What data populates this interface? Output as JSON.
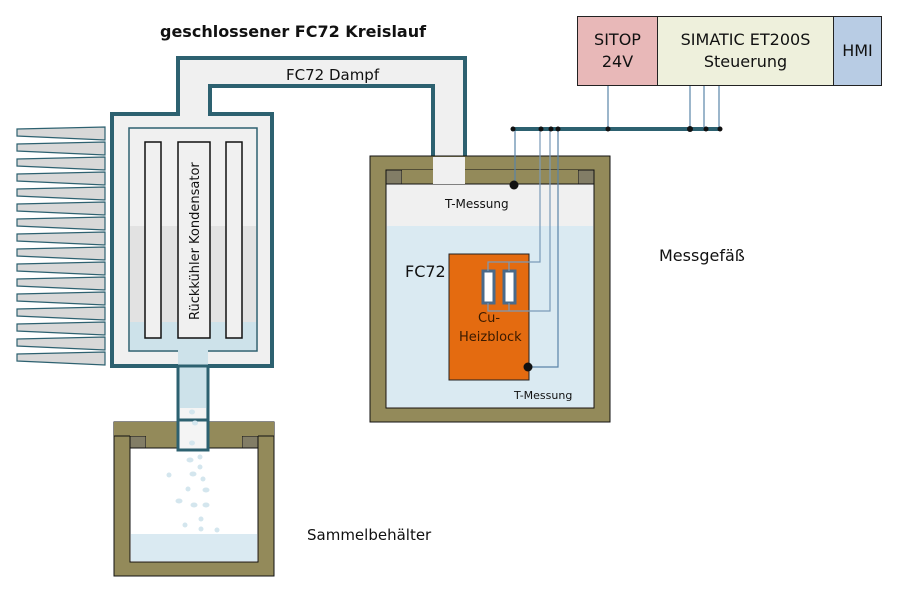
{
  "title": "geschlossener FC72 Kreislauf",
  "labels": {
    "vapor_pipe": "FC72 Dampf",
    "condenser": "Rückkühler Kondensator",
    "vessel": "Messgefäß",
    "fluid": "FC72",
    "temp_top": "T-Messung",
    "temp_bottom": "T-Messung",
    "heater_line1": "Cu-",
    "heater_line2": "Heizblock",
    "collector": "Sammelbehälter"
  },
  "control": {
    "psu_line1": "SITOP",
    "psu_line2": "24V",
    "plc_line1": "SIMATIC ET200S",
    "plc_line2": "Steuerung",
    "hmi": "HMI"
  },
  "colors": {
    "pipe": "#2d6170",
    "wall": "#938a5a",
    "wall_inner": "#827d66",
    "liquid": "#daeaf2",
    "vapor": "#f0f0f0",
    "heater": "#e46b10",
    "psu": "#e8b8b8",
    "plc": "#eef0dc",
    "hmi": "#b8cce4",
    "wire": "#5a84a8"
  }
}
